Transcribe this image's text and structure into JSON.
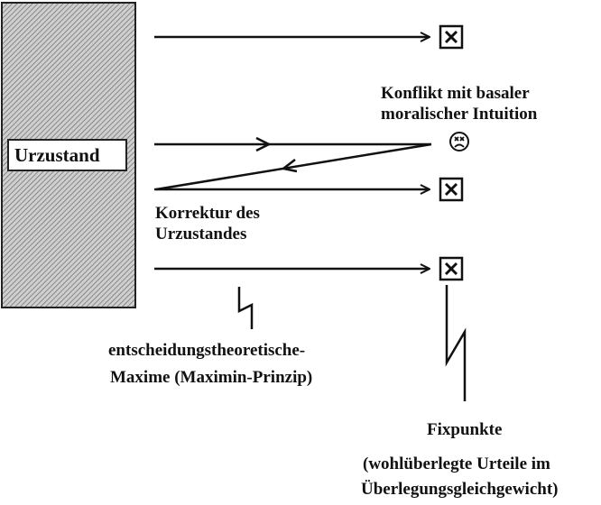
{
  "diagram": {
    "urzustand": "Urzustand",
    "conflict": {
      "line1": "Konflikt mit basaler",
      "line2": "moralischer  Intuition"
    },
    "correction": {
      "line1": "Korrektur des",
      "line2": "Urzustandes"
    },
    "maxime": {
      "line1": "entscheidungstheoretische-",
      "line2": "Maxime (Maximin-Prinzip)"
    },
    "fixpunkte": {
      "title": "Fixpunkte",
      "line1": "(wohlüberlegte Urteile im",
      "line2": "Überlegungsgleichgewicht)"
    },
    "icons": {
      "result_box": "boxed-x-icon",
      "conflict": "frown-face-icon"
    }
  }
}
